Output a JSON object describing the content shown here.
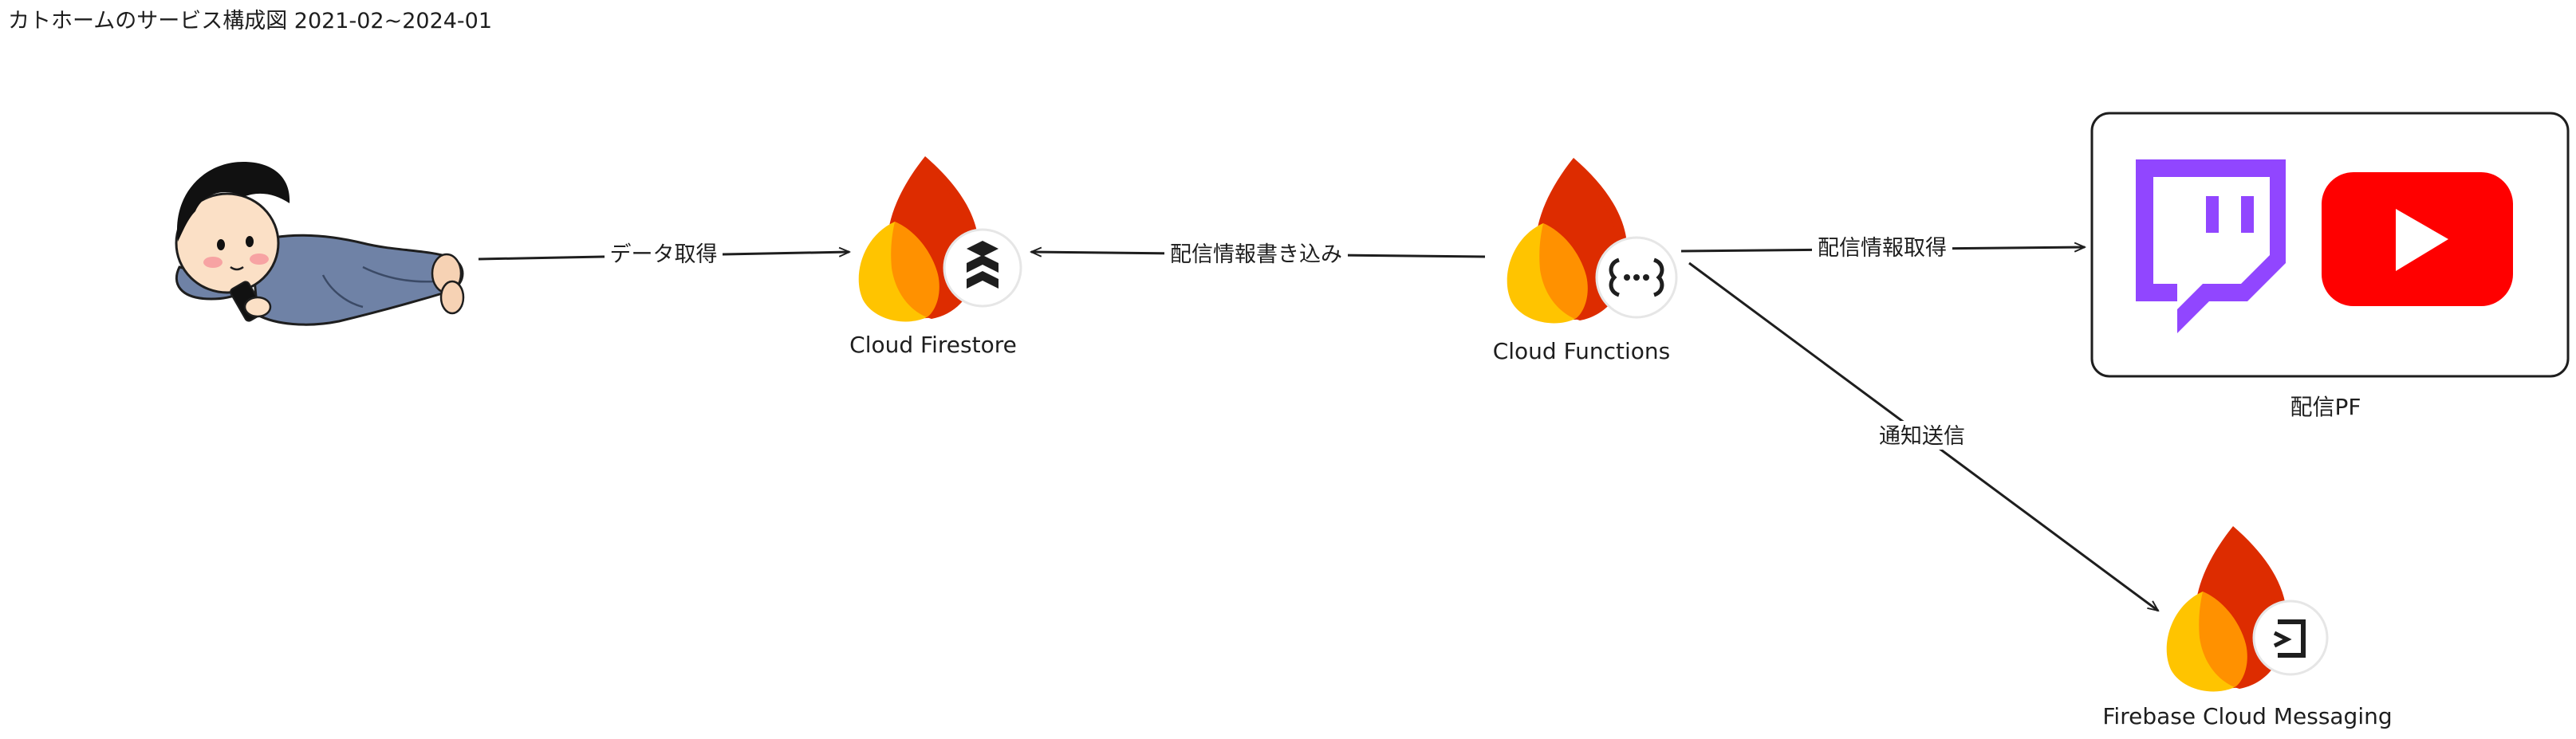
{
  "title": "カトホームのサービス構成図 2021-02~2024-01",
  "nodes": {
    "user": {
      "icon": "person-lying-with-phone-illustration"
    },
    "firestore": {
      "label": "Cloud Firestore",
      "icon": "firestore-icon"
    },
    "functions": {
      "label": "Cloud Functions",
      "icon": "cloud-functions-icon"
    },
    "platforms": {
      "label": "配信PF",
      "items": [
        {
          "icon": "twitch-logo-icon"
        },
        {
          "icon": "youtube-logo-icon"
        }
      ]
    },
    "messaging": {
      "label": "Firebase Cloud Messaging",
      "icon": "firebase-cloud-messaging-icon"
    }
  },
  "edges": {
    "user_to_firestore": "データ取得",
    "functions_to_firestore": "配信情報書き込み",
    "functions_to_platforms": "配信情報取得",
    "functions_to_messaging": "通知送信"
  },
  "colors": {
    "flame_red": "#DD2C00",
    "flame_orange": "#FF9100",
    "flame_yellow": "#FFC400",
    "twitch_purple": "#9146FF",
    "youtube_red": "#FF0000",
    "stroke": "#1e1e1e"
  }
}
